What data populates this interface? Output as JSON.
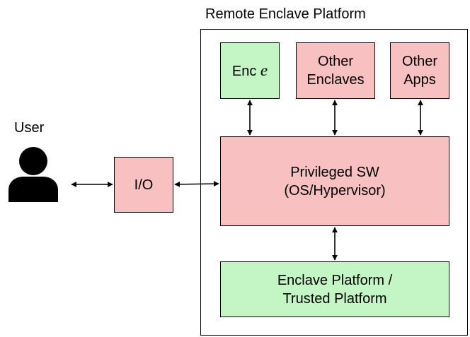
{
  "platform": {
    "title": "Remote Enclave Platform"
  },
  "user": {
    "label": "User",
    "icon": "user-icon"
  },
  "io": {
    "label": "I/O"
  },
  "enclave_e": {
    "prefix": "Enc",
    "var": "e"
  },
  "other_enclaves": {
    "line1": "Other",
    "line2": "Enclaves"
  },
  "other_apps": {
    "line1": "Other",
    "line2": "Apps"
  },
  "privileged_sw": {
    "line1": "Privileged SW",
    "line2": "(OS/Hypervisor)"
  },
  "enclave_platform": {
    "line1": "Enclave Platform /",
    "line2": "Trusted Platform"
  },
  "colors": {
    "untrusted": "#f8c0c0",
    "trusted": "#c4f5c4"
  }
}
